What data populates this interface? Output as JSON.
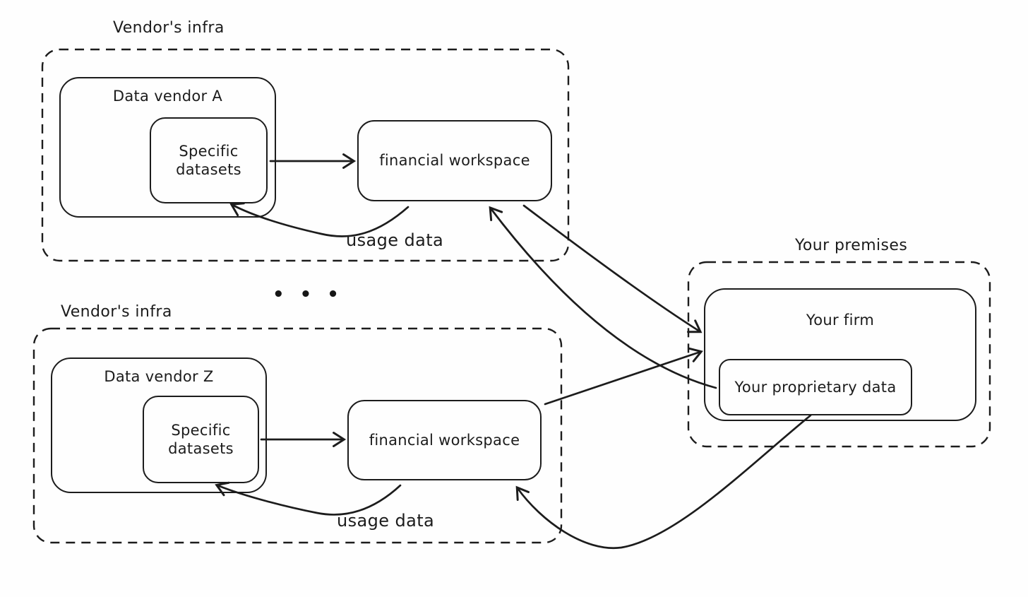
{
  "canvas": {
    "ink_color": "#1c1c1c",
    "background": "#fefefe"
  },
  "ellipsis": "•••",
  "groups": {
    "vendor_a": {
      "region_label": "Vendor's infra",
      "vendor_box_label": "Data vendor A",
      "datasets_box_label": "Specific datasets",
      "workspace_box_label": "financial workspace",
      "usage_arrow_label": "usage data"
    },
    "vendor_z": {
      "region_label": "Vendor's infra",
      "vendor_box_label": "Data vendor Z",
      "datasets_box_label": "Specific datasets",
      "workspace_box_label": "financial workspace",
      "usage_arrow_label": "usage data"
    },
    "premises": {
      "region_label": "Your premises",
      "firm_box_label": "Your firm",
      "proprietary_box_label": "Your proprietary data"
    }
  },
  "edges": [
    {
      "from": "specific-datasets-a",
      "to": "financial-workspace-a",
      "label": ""
    },
    {
      "from": "financial-workspace-a",
      "to": "specific-datasets-a",
      "label": "usage data"
    },
    {
      "from": "financial-workspace-a",
      "to": "your-firm",
      "label": ""
    },
    {
      "from": "your-proprietary-data",
      "to": "financial-workspace-a",
      "label": ""
    },
    {
      "from": "specific-datasets-z",
      "to": "financial-workspace-z",
      "label": ""
    },
    {
      "from": "financial-workspace-z",
      "to": "specific-datasets-z",
      "label": "usage data"
    },
    {
      "from": "financial-workspace-z",
      "to": "your-firm",
      "label": ""
    },
    {
      "from": "your-proprietary-data",
      "to": "financial-workspace-z",
      "label": ""
    }
  ]
}
